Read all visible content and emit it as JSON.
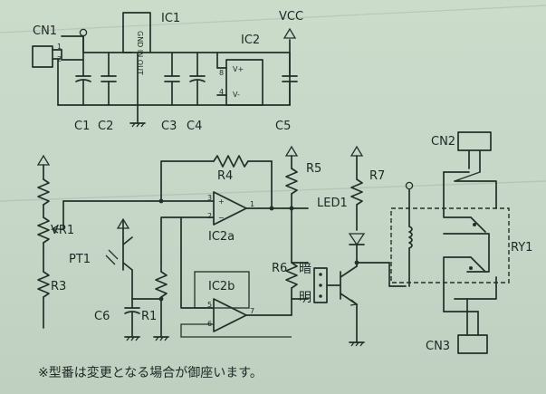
{
  "labels": {
    "cn1": "CN1",
    "ic1": "IC1",
    "vcc": "VCC",
    "ic2": "IC2",
    "ic1_pins": "GND IN OUT",
    "c1": "C1",
    "c2": "C2",
    "c3": "C3",
    "c4": "C4",
    "c5": "C5",
    "cn2": "CN2",
    "cn3": "CN3",
    "r4": "R4",
    "r5": "R5",
    "r7": "R7",
    "led1": "LED1",
    "vr1": "VR1",
    "ic2a": "IC2a",
    "pt1": "PT1",
    "r3": "R3",
    "r6": "R6",
    "ic2b": "IC2b",
    "c6": "C6",
    "r1": "R1",
    "ry1": "RY1",
    "dark": "暗",
    "bright": "明",
    "pin1": "1",
    "pin2": "2",
    "pin3": "3",
    "pin5": "5",
    "pin6": "6",
    "pin7": "7",
    "pin8": "8",
    "pin4": "4",
    "vplus": "V+",
    "vminus": "V-"
  },
  "footnote": "※型番は変更となる場合が御座います。"
}
